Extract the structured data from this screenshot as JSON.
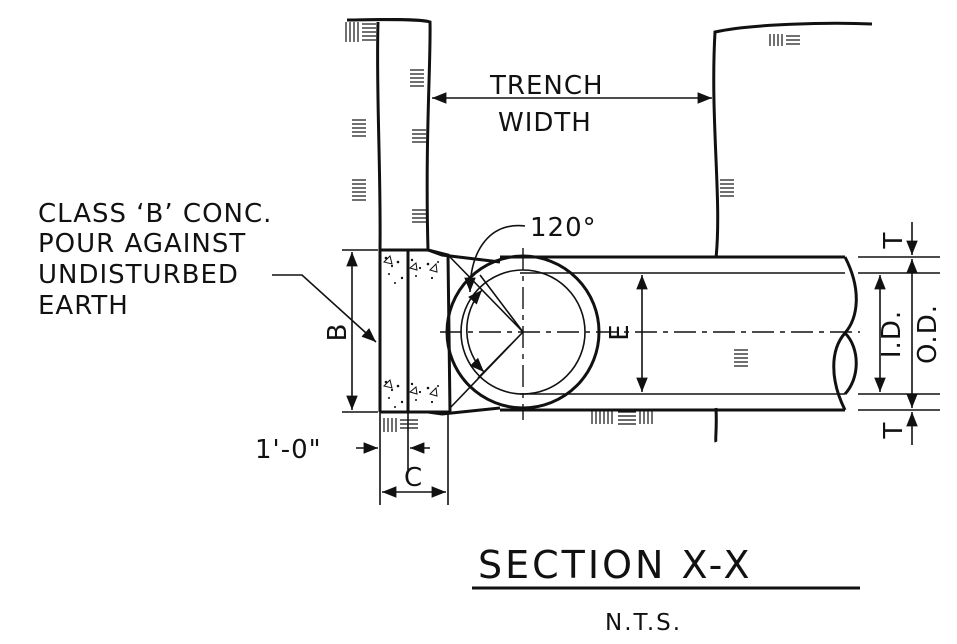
{
  "labels": {
    "trench_width_line1": "TRENCH",
    "trench_width_line2": "WIDTH",
    "note_line1": "CLASS ‘B’ CONC.",
    "note_line2": "POUR AGAINST",
    "note_line3": "UNDISTURBED",
    "note_line4": "EARTH",
    "angle": "120°",
    "dim_b": "B",
    "dim_e": "E",
    "dim_c": "C",
    "dim_t_top": "T",
    "dim_t_bottom": "T",
    "dim_id": "I.D.",
    "dim_od": "O.D.",
    "dim_one_foot": "1'-0\""
  },
  "title": "SECTION X-X",
  "subtitle": "N.T.S.",
  "colors": {
    "ink": "#111111",
    "background": "#ffffff"
  }
}
